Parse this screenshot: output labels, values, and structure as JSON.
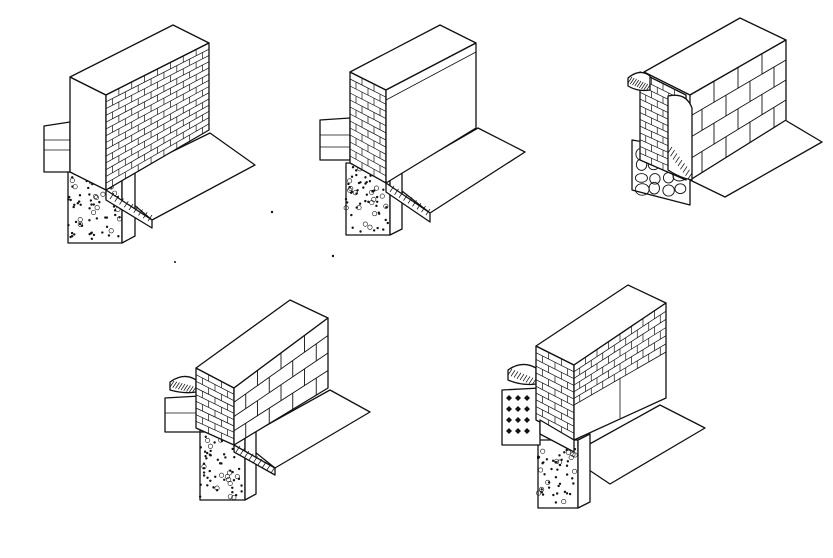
{
  "figure": {
    "background": "#ffffff",
    "ink": "#111111",
    "details": [
      {
        "name": "detail-brick-wall-on-concrete-footing",
        "wall": "brick",
        "base": "concrete-footing"
      },
      {
        "name": "detail-brick-wall-narrow-footing",
        "wall": "brick",
        "base": "concrete-footing"
      },
      {
        "name": "detail-stone-wall-rubble-base",
        "wall": "dressed-stone",
        "base": "rubble"
      },
      {
        "name": "detail-brick-stone-wall-concrete-footing",
        "wall": "brick-and-stone",
        "base": "concrete-footing"
      },
      {
        "name": "detail-brick-block-wall-hatched-base",
        "wall": "brick-and-block",
        "base": "hatched-concrete"
      }
    ]
  }
}
